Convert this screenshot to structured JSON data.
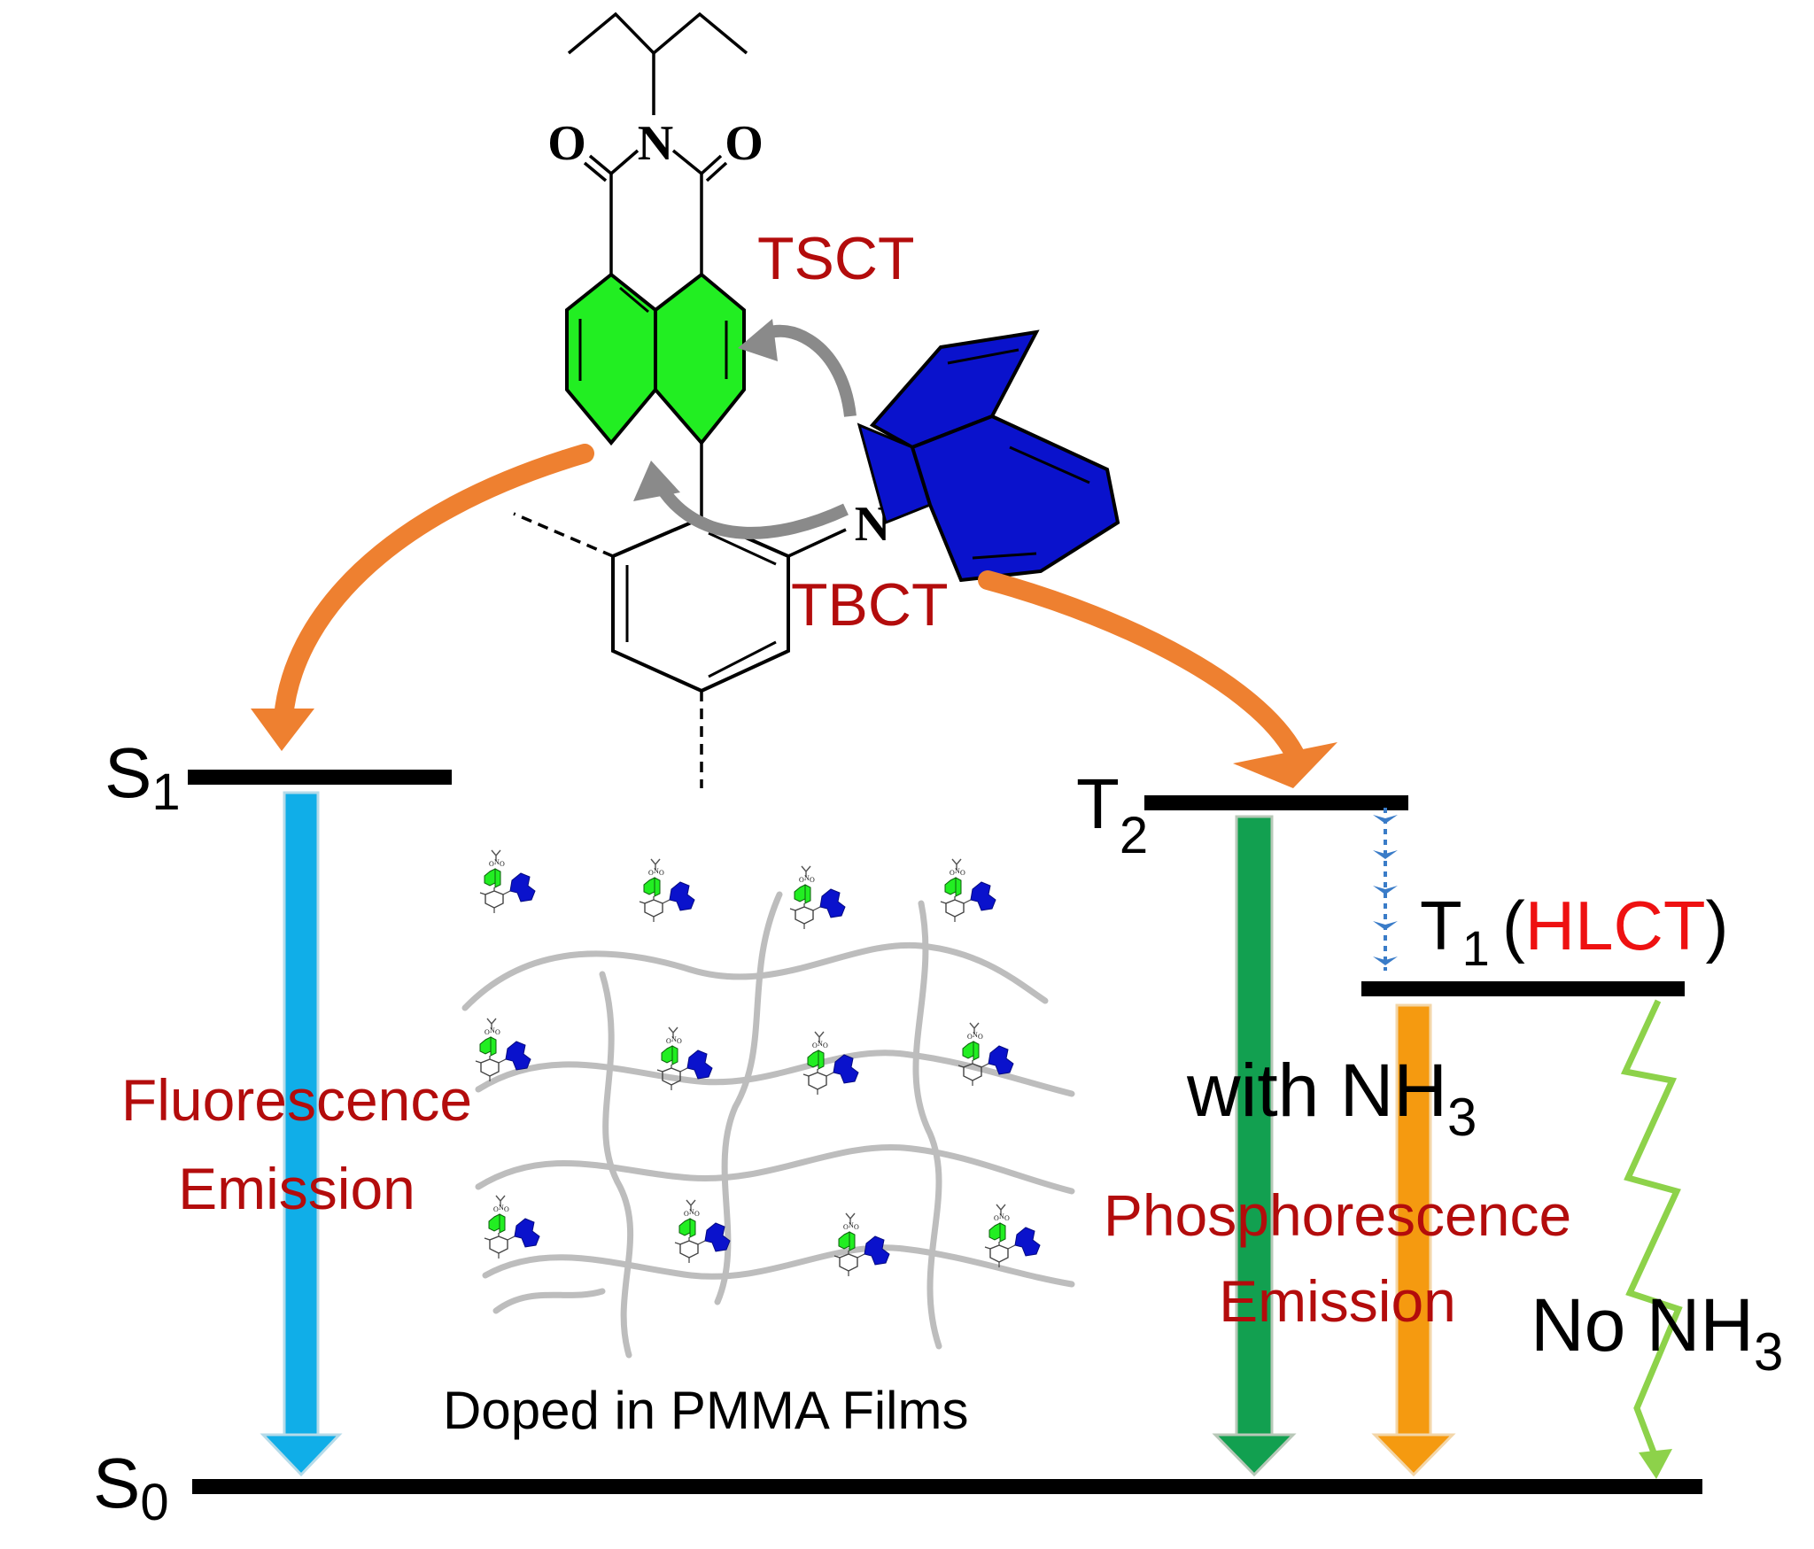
{
  "colors": {
    "level": "#000000",
    "acceptor_green": "#22ee22",
    "donor_blue": "#0a12cc",
    "label_red": "#b30c0c",
    "hlct_red": "#ee1111",
    "fluorescence_arrow": "#10aee8",
    "phosphorescence_green": "#12a050",
    "phosphorescence_orange": "#f59a10",
    "transfer_arrow": "#ee8030",
    "cascade_arrow": "#3a7cc8",
    "nonradiative_zigzag": "#8dd24a",
    "polymer_chain": "#bdbdbd",
    "ct_arrow": "#8a8a8a"
  },
  "molecule": {
    "atoms": {
      "oxygen": "O",
      "nitrogen_imide": "N",
      "nitrogen_carbazole": "N"
    },
    "tsct": "TSCT",
    "tbct": "TBCT"
  },
  "levels": {
    "s1": {
      "letter": "S",
      "sub": "1"
    },
    "s0": {
      "letter": "S",
      "sub": "0"
    },
    "t2": {
      "letter": "T",
      "sub": "2"
    },
    "t1": {
      "letter": "T",
      "sub": "1",
      "open": "(",
      "state": "HLCT",
      "close": ")"
    }
  },
  "labels": {
    "fluorescence_line1": "Fluorescence",
    "fluorescence_line2": "Emission",
    "phosphorescence_line1": "Phosphorescence",
    "phosphorescence_line2": "Emission",
    "with_nh3": "with NH",
    "with_nh3_sub": "3",
    "no_nh3": "No NH",
    "no_nh3_sub": "3",
    "film": "Doped in PMMA Films"
  }
}
